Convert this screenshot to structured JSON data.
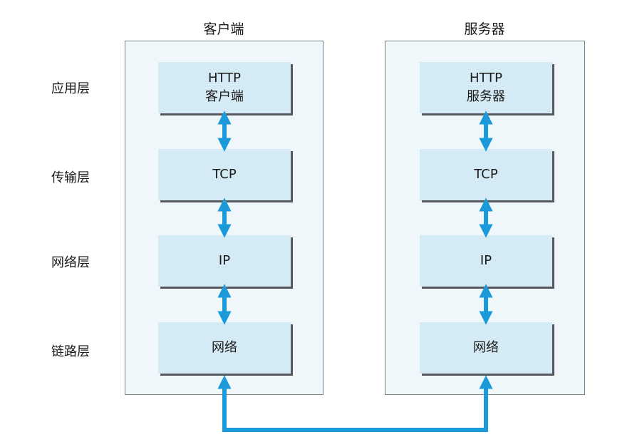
{
  "columns": {
    "client": {
      "title": "客户端",
      "layers": {
        "application": {
          "line1": "HTTP",
          "line2": "客户端"
        },
        "transport": {
          "line1": "TCP"
        },
        "network": {
          "line1": "IP"
        },
        "link": {
          "line1": "网络"
        }
      }
    },
    "server": {
      "title": "服务器",
      "layers": {
        "application": {
          "line1": "HTTP",
          "line2": "服务器"
        },
        "transport": {
          "line1": "TCP"
        },
        "network": {
          "line1": "IP"
        },
        "link": {
          "line1": "网络"
        }
      }
    }
  },
  "layer_labels": {
    "application": "应用层",
    "transport": "传输层",
    "network": "网络层",
    "link": "链路层"
  },
  "colors": {
    "arrow": "#1a9ad9",
    "panel": "#f0f7fa",
    "box": "#d4eaf4",
    "shadow": "#565a5e"
  }
}
